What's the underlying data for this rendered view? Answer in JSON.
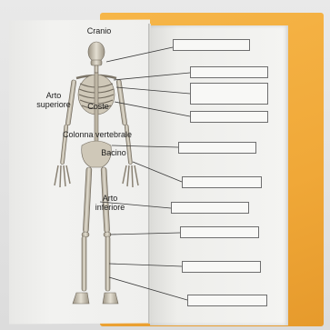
{
  "labels": {
    "cranio": "Cranio",
    "arto_superiore_line1": "Arto",
    "arto_superiore_line2": "superiore",
    "coste": "Coste",
    "colonna_vertebrale": "Colonna vertebrale",
    "bacino": "Bacino",
    "arto_inferiore_line1": "Arto",
    "arto_inferiore_line2": "inferiore"
  },
  "colors": {
    "folder": "#f0a838",
    "page": "#f3f3f1",
    "bone": "#d9d3c4",
    "bone_shadow": "#8f8778",
    "leader_line": "#3a3a3a"
  }
}
